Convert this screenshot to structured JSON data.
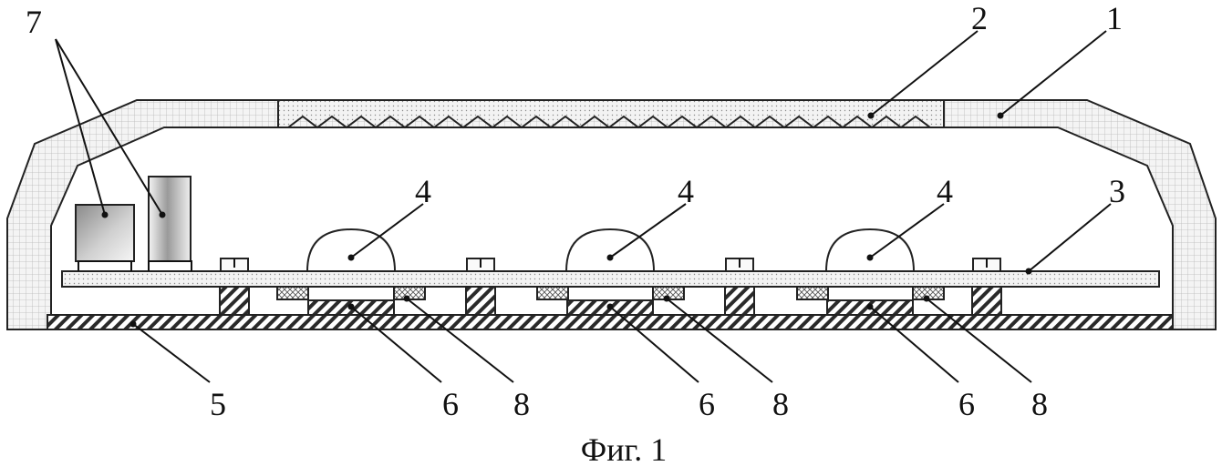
{
  "figure": {
    "caption": "Фиг. 1",
    "labels": {
      "housing": "1",
      "lens": "2",
      "board": "3",
      "led": "4",
      "base": "5",
      "spacer": "6",
      "components": "7",
      "pad": "8"
    }
  },
  "colors": {
    "line": "#111111",
    "housing_fill": "#f1f1f1",
    "board_fill": "#ececec",
    "hatch": "#333333"
  }
}
